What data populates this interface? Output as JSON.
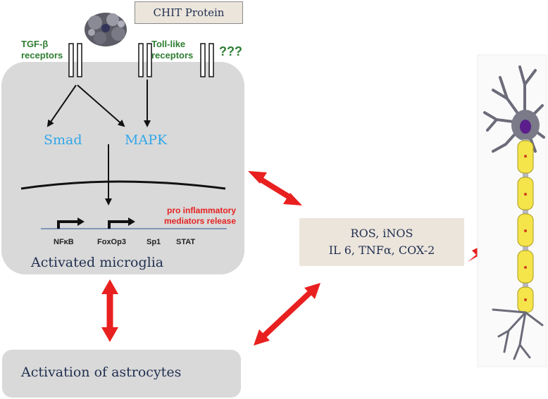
{
  "protein": {
    "label": "CHIT Protein"
  },
  "receptors": {
    "tgf_label": "TGF-β\nreceptors",
    "toll_label": "Toll-like\nreceptors",
    "unknown_label": "???"
  },
  "pathways": {
    "smad": "Smad",
    "mapk": "MAPK"
  },
  "release": {
    "label": "pro inflammatory\nmediators release"
  },
  "genes": [
    "NFκB",
    "FoxOp3",
    "Sp1",
    "STAT"
  ],
  "microglia": {
    "label": "Activated microglia"
  },
  "astrocytes": {
    "label": "Activation of astrocytes"
  },
  "mediators": {
    "line1": "ROS, iNOS",
    "line2": "IL 6, TNFα, COX-2"
  },
  "colors": {
    "arrow_red": "#e8201f",
    "green": "#2e7d32",
    "blue": "#33a7e8",
    "box_grey": "#d9d9d9",
    "box_beige": "#ece5dc"
  }
}
